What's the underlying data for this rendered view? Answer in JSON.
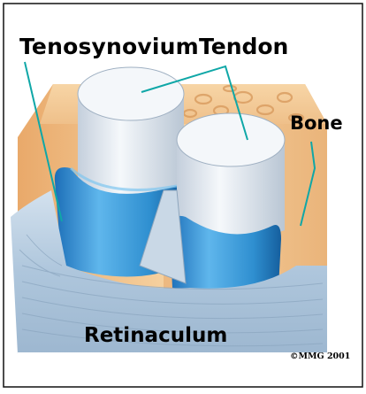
{
  "labels": {
    "tenosynovium": "Tenosynovium",
    "tendon": "Tendon",
    "bone": "Bone",
    "retinaculum": "Retinaculum",
    "copyright": "©MMG 2001"
  },
  "colors": {
    "leader_line": "#0fa7a7",
    "tenosynovium_blue": "#2f8fd0",
    "tendon_white": "#eef3f8",
    "bone_tan": "#f2c38e",
    "retinaculum_gray": "#b9cde0"
  }
}
